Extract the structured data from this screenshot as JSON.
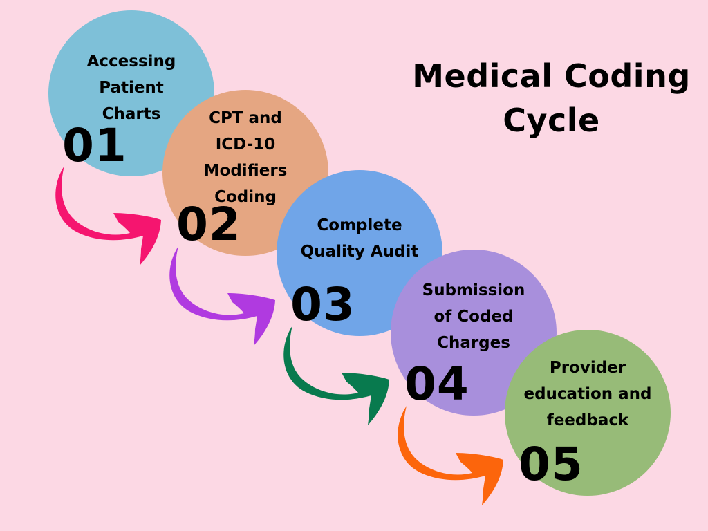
{
  "title": {
    "line1": "Medical Coding",
    "line2": "Cycle"
  },
  "steps": [
    {
      "number": "01",
      "label": "Accessing\nPatient\nCharts",
      "color": "#7ec0d8",
      "arrow_color": "#f5156f"
    },
    {
      "number": "02",
      "label": "CPT and\nICD-10\nModifiers\nCoding",
      "color": "#e5a682",
      "arrow_color": "#b03ae0"
    },
    {
      "number": "03",
      "label": "Complete\nQuality Audit",
      "color": "#70a5e8",
      "arrow_color": "#087a4e"
    },
    {
      "number": "04",
      "label": "Submission\nof Coded\nCharges",
      "color": "#a88fdc",
      "arrow_color": "#fc650c"
    },
    {
      "number": "05",
      "label": "Provider\neducation and\nfeedback",
      "color": "#97bb78"
    }
  ],
  "background_color": "#fcd8e4"
}
